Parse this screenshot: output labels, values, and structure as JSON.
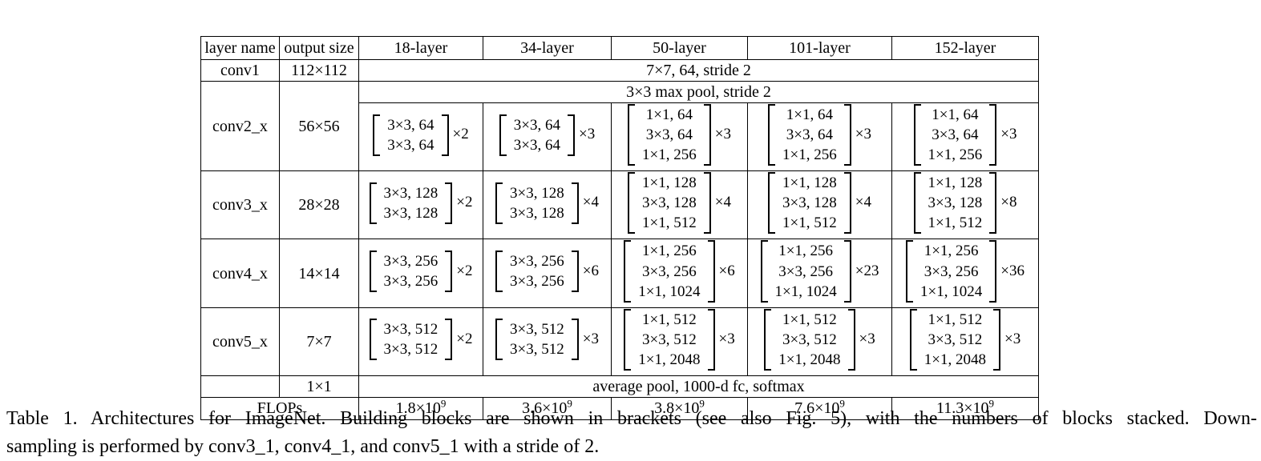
{
  "table": {
    "headers": [
      "layer name",
      "output size",
      "18-layer",
      "34-layer",
      "50-layer",
      "101-layer",
      "152-layer"
    ],
    "conv1": {
      "name": "conv1",
      "output": "112×112",
      "content": "7×7, 64, stride 2"
    },
    "maxpool": {
      "content": "3×3 max pool, stride 2"
    },
    "blocks": [
      {
        "name": "conv2_x",
        "output": "56×56",
        "cells": [
          {
            "lines": [
              "3×3, 64",
              "3×3, 64"
            ],
            "mult": "×2"
          },
          {
            "lines": [
              "3×3, 64",
              "3×3, 64"
            ],
            "mult": "×3"
          },
          {
            "lines": [
              "1×1, 64",
              "3×3, 64",
              "1×1, 256"
            ],
            "mult": "×3"
          },
          {
            "lines": [
              "1×1, 64",
              "3×3, 64",
              "1×1, 256"
            ],
            "mult": "×3"
          },
          {
            "lines": [
              "1×1, 64",
              "3×3, 64",
              "1×1, 256"
            ],
            "mult": "×3"
          }
        ]
      },
      {
        "name": "conv3_x",
        "output": "28×28",
        "cells": [
          {
            "lines": [
              "3×3, 128",
              "3×3, 128"
            ],
            "mult": "×2"
          },
          {
            "lines": [
              "3×3, 128",
              "3×3, 128"
            ],
            "mult": "×4"
          },
          {
            "lines": [
              "1×1, 128",
              "3×3, 128",
              "1×1, 512"
            ],
            "mult": "×4"
          },
          {
            "lines": [
              "1×1, 128",
              "3×3, 128",
              "1×1, 512"
            ],
            "mult": "×4"
          },
          {
            "lines": [
              "1×1, 128",
              "3×3, 128",
              "1×1, 512"
            ],
            "mult": "×8"
          }
        ]
      },
      {
        "name": "conv4_x",
        "output": "14×14",
        "cells": [
          {
            "lines": [
              "3×3, 256",
              "3×3, 256"
            ],
            "mult": "×2"
          },
          {
            "lines": [
              "3×3, 256",
              "3×3, 256"
            ],
            "mult": "×6"
          },
          {
            "lines": [
              "1×1, 256",
              "3×3, 256",
              "1×1, 1024"
            ],
            "mult": "×6"
          },
          {
            "lines": [
              "1×1, 256",
              "3×3, 256",
              "1×1, 1024"
            ],
            "mult": "×23"
          },
          {
            "lines": [
              "1×1, 256",
              "3×3, 256",
              "1×1, 1024"
            ],
            "mult": "×36"
          }
        ]
      },
      {
        "name": "conv5_x",
        "output": "7×7",
        "cells": [
          {
            "lines": [
              "3×3, 512",
              "3×3, 512"
            ],
            "mult": "×2"
          },
          {
            "lines": [
              "3×3, 512",
              "3×3, 512"
            ],
            "mult": "×3"
          },
          {
            "lines": [
              "1×1, 512",
              "3×3, 512",
              "1×1, 2048"
            ],
            "mult": "×3"
          },
          {
            "lines": [
              "1×1, 512",
              "3×3, 512",
              "1×1, 2048"
            ],
            "mult": "×3"
          },
          {
            "lines": [
              "1×1, 512",
              "3×3, 512",
              "1×1, 2048"
            ],
            "mult": "×3"
          }
        ]
      }
    ],
    "avgpool": {
      "output": "1×1",
      "content": "average pool, 1000-d fc, softmax"
    },
    "flops": {
      "label": "FLOPs",
      "values": [
        {
          "base": "1.8×10",
          "exp": "9"
        },
        {
          "base": "3.6×10",
          "exp": "9"
        },
        {
          "base": "3.8×10",
          "exp": "9"
        },
        {
          "base": "7.6×10",
          "exp": "9"
        },
        {
          "base": "11.3×10",
          "exp": "9"
        }
      ]
    }
  },
  "caption": {
    "line1": "Table 1. Architectures for ImageNet. Building blocks are shown in brackets (see also Fig. 5), with the numbers of blocks stacked. Down-",
    "line2": "sampling is performed by conv3_1, conv4_1, and conv5_1 with a stride of 2."
  }
}
